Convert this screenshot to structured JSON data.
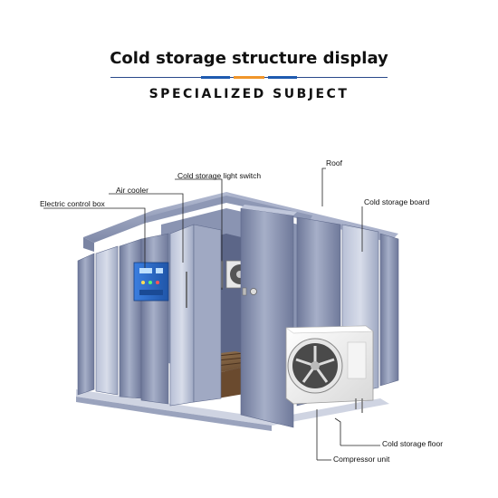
{
  "header": {
    "title": "Cold storage structure display",
    "subtitle": "SPECIALIZED SUBJECT",
    "line_color": "#2a4a8a",
    "line_accent_left": "#1f5bb0",
    "line_accent_mid": "#f0962a",
    "line_accent_right": "#1f5bb0"
  },
  "labels": {
    "electric_control_box": "Electric control box",
    "air_cooler": "Air cooler",
    "light_switch": "Cold storage light switch",
    "roof": "Roof",
    "board": "Cold storage board",
    "floor": "Cold storage floor",
    "compressor": "Compressor unit"
  },
  "colors": {
    "panel": "#8b96b4",
    "panel_dark": "#6e7899",
    "panel_light": "#c2c9dc",
    "roof": "#9aa4c0",
    "floor_wood": "#7a5a3a",
    "control_box": "#2f6ed1",
    "compressor_body": "#f2f2f2"
  }
}
